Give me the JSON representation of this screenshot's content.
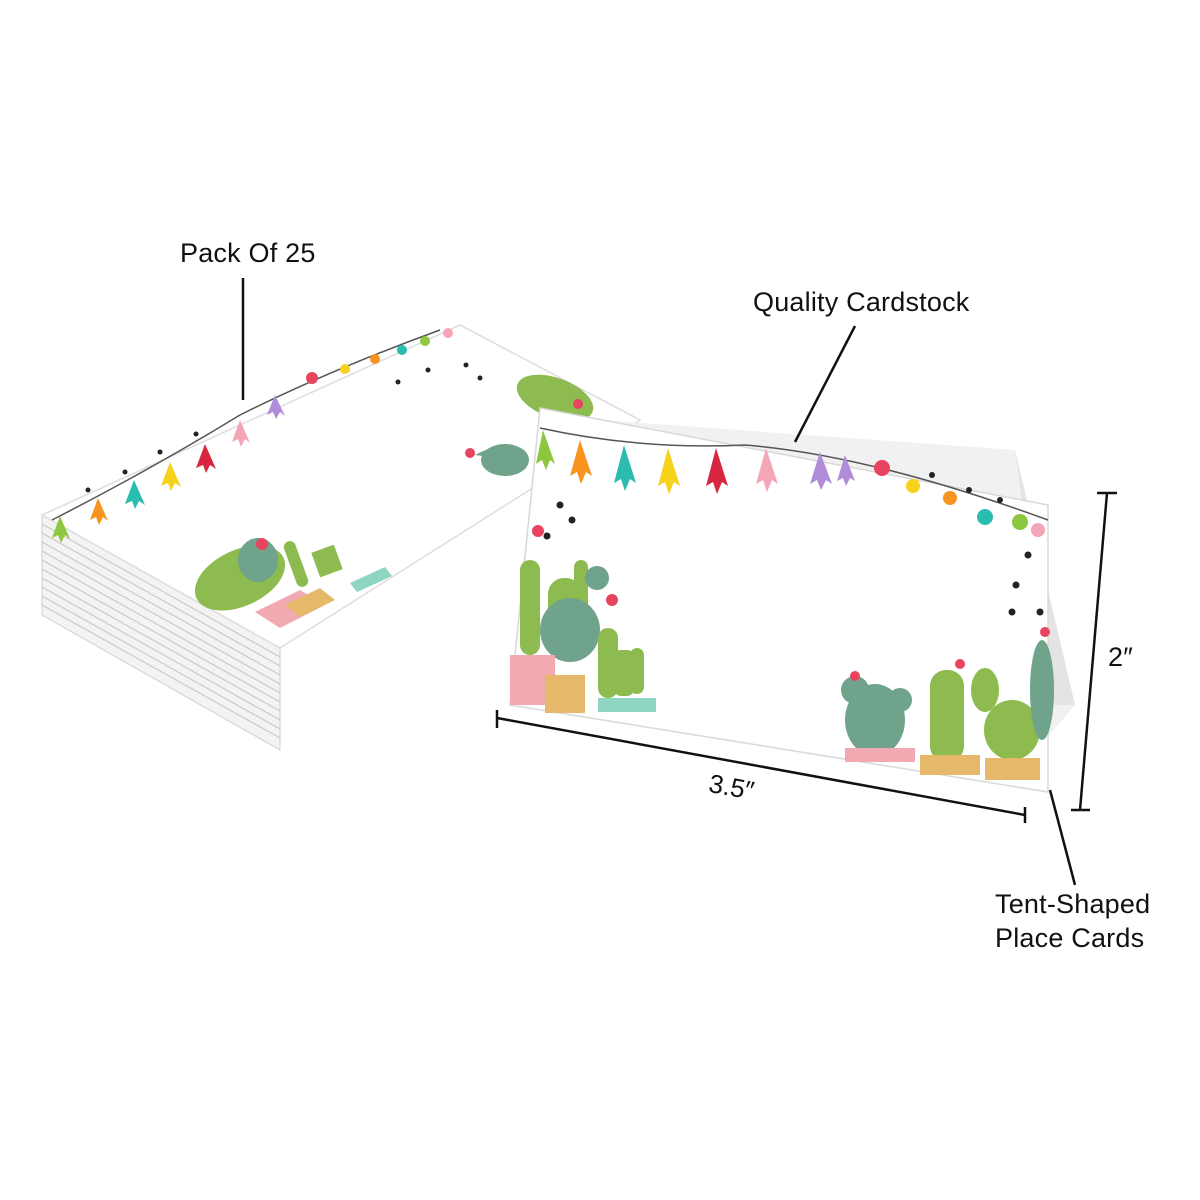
{
  "labels": {
    "pack": "Pack Of 25",
    "cardstock": "Quality Cardstock",
    "tent_line1": "Tent-Shaped",
    "tent_line2": "Place Cards",
    "width": "3.5″",
    "height": "2″"
  },
  "colors": {
    "cactus_green": "#8dbb4f",
    "cactus_teal": "#6fa38b",
    "flower_pink": "#e8435f",
    "pot_pink": "#f2aab2",
    "pot_tan": "#e6b86a",
    "pot_mint": "#8fd6c2",
    "ink": "#111111"
  },
  "decor": {
    "tassel_colors": [
      "#8dc63f",
      "#f7931e",
      "#2bbcb0",
      "#f6d21a",
      "#d7263d",
      "#f4a6b8",
      "#b18cd8"
    ],
    "pompom_colors": [
      "#e8435f",
      "#f6d21a",
      "#2bbcb0",
      "#8dc63f",
      "#f4a6b8"
    ]
  }
}
